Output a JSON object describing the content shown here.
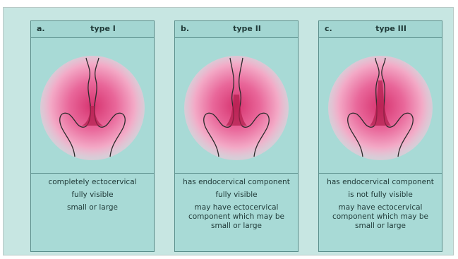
{
  "panels": [
    {
      "letter": "a.",
      "title": "type I",
      "lines": [
        "completely ectocervical",
        "fully visible",
        "small or large"
      ]
    },
    {
      "letter": "b.",
      "title": "type II",
      "lines": [
        "has endocervical component",
        "fully visible",
        "may have ectocervical component which may be small or large"
      ]
    },
    {
      "letter": "c.",
      "title": "type III",
      "lines": [
        "has endocervical component",
        "is not fully visible",
        "may have ectocervical component which may be small or large"
      ]
    }
  ],
  "colors": {
    "background": "#c7e6e2",
    "panel": "#a8dad6",
    "border": "#5a8e8b",
    "glow_center": "#d6336f",
    "glow_edge": "#f6b6d0"
  }
}
